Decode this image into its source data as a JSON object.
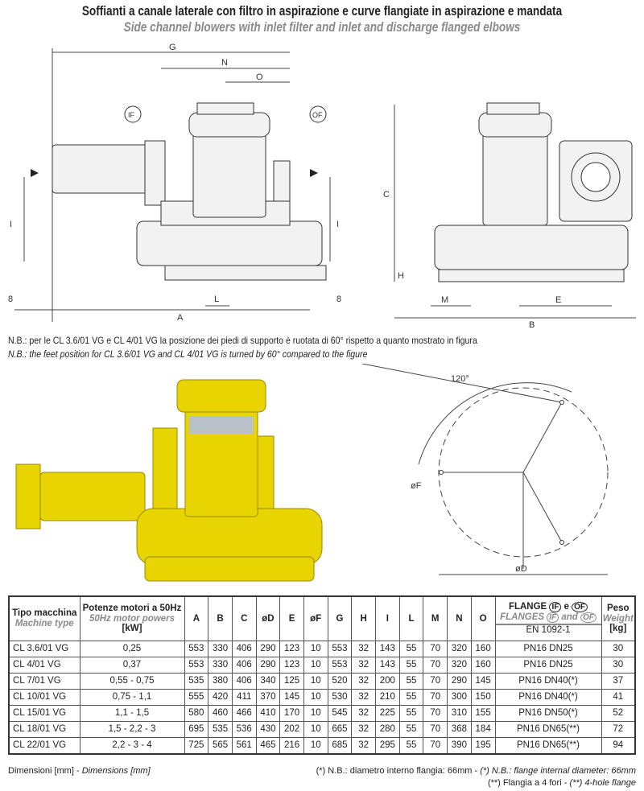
{
  "title": "Soffianti a canale laterale con filtro in aspirazione e curve flangiate in aspirazione e mandata",
  "subtitle": "Side channel blowers with inlet filter and inlet and discharge flanged elbows",
  "drawing_labels": {
    "G": "G",
    "N": "N",
    "O": "O",
    "IF": "IF",
    "OF": "OF",
    "A": "A",
    "L": "L",
    "I": "I",
    "eight": "8",
    "C": "C",
    "H": "H",
    "M": "M",
    "E": "E",
    "B": "B",
    "angle": "120°",
    "oF": "øF",
    "oD": "øD"
  },
  "notes": {
    "it": "N.B.: per le CL 3.6/01 VG e CL 4/01 VG la posizione dei piedi di supporto è ruotata di 60° rispetto a quanto mostrato in figura",
    "en": "N.B.: the feet position for CL 3.6/01 VG and CL 4/01 VG is turned by 60° compared to the figure"
  },
  "table": {
    "header": {
      "type_it": "Tipo macchina",
      "type_en": "Machine type",
      "power_it": "Potenze motori a 50Hz",
      "power_en": "50Hz motor powers",
      "power_unit": "[kW]",
      "dims": [
        "A",
        "B",
        "C",
        "øD",
        "E",
        "øF",
        "G",
        "H",
        "I",
        "L",
        "M",
        "N",
        "O"
      ],
      "flange_it": "FLANGE",
      "flange_and_it": "e",
      "flange_en": "FLANGES",
      "flange_and_en": "and",
      "IF": "IF",
      "OF": "OF",
      "flange_std": "EN 1092-1",
      "weight_it": "Peso",
      "weight_en": "Weight",
      "weight_unit": "[kg]"
    },
    "rows": [
      {
        "type": "CL 3.6/01 VG",
        "power": "0,25",
        "dims": [
          "553",
          "330",
          "406",
          "290",
          "123",
          "10",
          "553",
          "32",
          "143",
          "55",
          "70",
          "320",
          "160"
        ],
        "flange": "PN16 DN25",
        "weight": "30"
      },
      {
        "type": "CL 4/01 VG",
        "power": "0,37",
        "dims": [
          "553",
          "330",
          "406",
          "290",
          "123",
          "10",
          "553",
          "32",
          "143",
          "55",
          "70",
          "320",
          "160"
        ],
        "flange": "PN16 DN25",
        "weight": "30"
      },
      {
        "type": "CL 7/01 VG",
        "power": "0,55 - 0,75",
        "dims": [
          "535",
          "380",
          "406",
          "340",
          "125",
          "10",
          "520",
          "32",
          "200",
          "55",
          "70",
          "290",
          "145"
        ],
        "flange": "PN16 DN40(*)",
        "weight": "37"
      },
      {
        "type": "CL 10/01 VG",
        "power": "0,75 - 1,1",
        "dims": [
          "555",
          "420",
          "411",
          "370",
          "145",
          "10",
          "530",
          "32",
          "210",
          "55",
          "70",
          "300",
          "150"
        ],
        "flange": "PN16 DN40(*)",
        "weight": "41"
      },
      {
        "type": "CL 15/01 VG",
        "power": "1,1 - 1,5",
        "dims": [
          "580",
          "460",
          "466",
          "410",
          "170",
          "10",
          "545",
          "32",
          "225",
          "55",
          "70",
          "310",
          "155"
        ],
        "flange": "PN16 DN50(*)",
        "weight": "52"
      },
      {
        "type": "CL 18/01 VG",
        "power": "1,5 - 2,2 - 3",
        "dims": [
          "695",
          "535",
          "536",
          "430",
          "202",
          "10",
          "665",
          "32",
          "280",
          "55",
          "70",
          "368",
          "184"
        ],
        "flange": "PN16 DN65(**)",
        "weight": "72"
      },
      {
        "type": "CL 22/01 VG",
        "power": "2,2 - 3 - 4",
        "dims": [
          "725",
          "565",
          "561",
          "465",
          "216",
          "10",
          "685",
          "32",
          "295",
          "55",
          "70",
          "390",
          "195"
        ],
        "flange": "PN16 DN65(**)",
        "weight": "94"
      }
    ]
  },
  "footer": {
    "dims_it": "Dimensioni [mm] - ",
    "dims_en": "Dimensions [mm]",
    "note1_it": "(*) N.B.: diametro interno flangia: 66mm - ",
    "note1_en": "(*) N.B.: flange internal diameter: 66mm",
    "note2_it": "(**) Flangia a 4 fori - ",
    "note2_en": "(**) 4-hole flange"
  }
}
